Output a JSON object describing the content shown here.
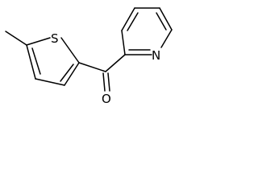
{
  "molecule": {
    "atoms": {
      "sulfur": "S",
      "nitrogen": "N",
      "oxygen": "O"
    },
    "colors": {
      "ink": "#000000",
      "background": "#ffffff"
    }
  }
}
